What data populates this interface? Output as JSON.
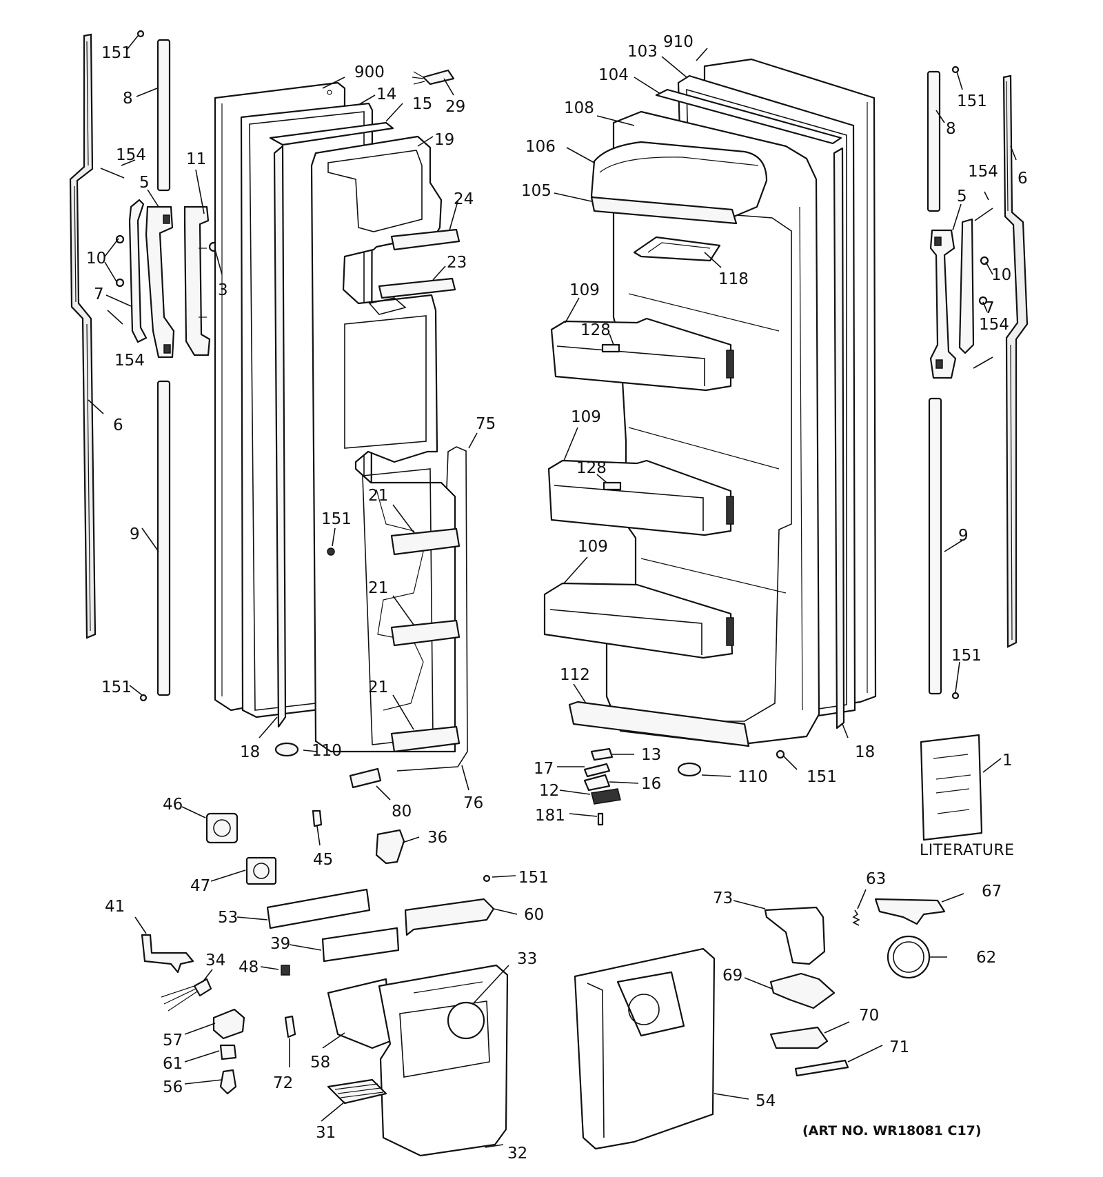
{
  "labels": {
    "l151a": "151",
    "l8a": "8",
    "l154a": "154",
    "l11": "11",
    "l5a": "5",
    "l10a": "10",
    "l7a": "7",
    "l154b": "154",
    "l3": "3",
    "l6a": "6",
    "l9a": "9",
    "l151b": "151",
    "l18a": "18",
    "l900": "900",
    "l14": "14",
    "l15": "15",
    "l29": "29",
    "l19": "19",
    "l24": "24",
    "l23": "23",
    "l75": "75",
    "l21a": "21",
    "l151c": "151",
    "l21b": "21",
    "l21c": "21",
    "l110a": "110",
    "l80": "80",
    "l76": "76",
    "l910": "910",
    "l103": "103",
    "l104": "104",
    "l108": "108",
    "l106": "106",
    "l105": "105",
    "l118": "118",
    "l109a": "109",
    "l128a": "128",
    "l109b": "109",
    "l128b": "128",
    "l109c": "109",
    "l112": "112",
    "l151d": "151",
    "l8b": "8",
    "l154c": "154",
    "l6b": "6",
    "l5b": "5",
    "l10b": "10",
    "l7b": "7",
    "l154d": "154",
    "l9b": "9",
    "l151e": "151",
    "l18b": "18",
    "l13": "13",
    "l17": "17",
    "l16": "16",
    "l110b": "110",
    "l151f": "151",
    "l12": "12",
    "l181": "181",
    "l1": "1",
    "l46": "46",
    "l45": "45",
    "l36": "36",
    "l47": "47",
    "l151g": "151",
    "l53": "53",
    "l60": "60",
    "l41": "41",
    "l39": "39",
    "l34": "34",
    "l48": "48",
    "l33": "33",
    "l57": "57",
    "l61": "61",
    "l56": "56",
    "l72": "72",
    "l58": "58",
    "l31": "31",
    "l32": "32",
    "l73": "73",
    "l63": "63",
    "l67": "67",
    "l62": "62",
    "l69": "69",
    "l70": "70",
    "l71": "71",
    "l54": "54"
  },
  "literature": "LITERATURE",
  "art_number": "(ART NO. WR18081 C17)"
}
